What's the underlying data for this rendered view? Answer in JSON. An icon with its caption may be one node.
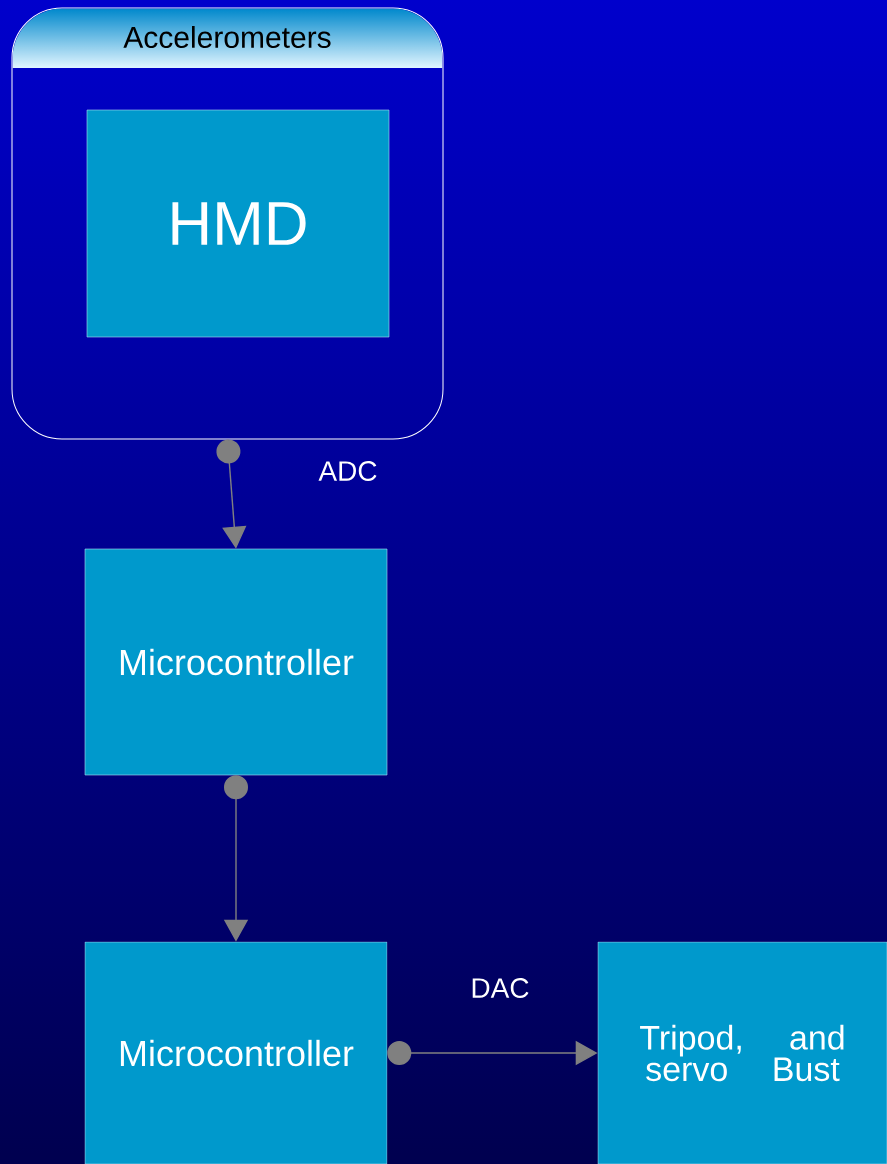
{
  "diagram": {
    "nodes": [
      {
        "text": [
          "Accelerometers"
        ]
      },
      {
        "text": [
          "HMD"
        ],
        "in": 0
      },
      {
        "text": [
          "Microcontroller"
        ]
      },
      {
        "text": [
          "Microcontroller"
        ]
      },
      {
        "text": [
          "Tripod, and servo Bust"
        ]
      }
    ],
    "edges": [
      {
        "from": 0,
        "to": 2,
        "arrow": "to",
        "label": "ADC"
      },
      {
        "from": 2,
        "to": 3,
        "arrow": "to"
      },
      {
        "from": 3,
        "to": 4,
        "arrow": "to",
        "label": "DAC"
      }
    ]
  }
}
